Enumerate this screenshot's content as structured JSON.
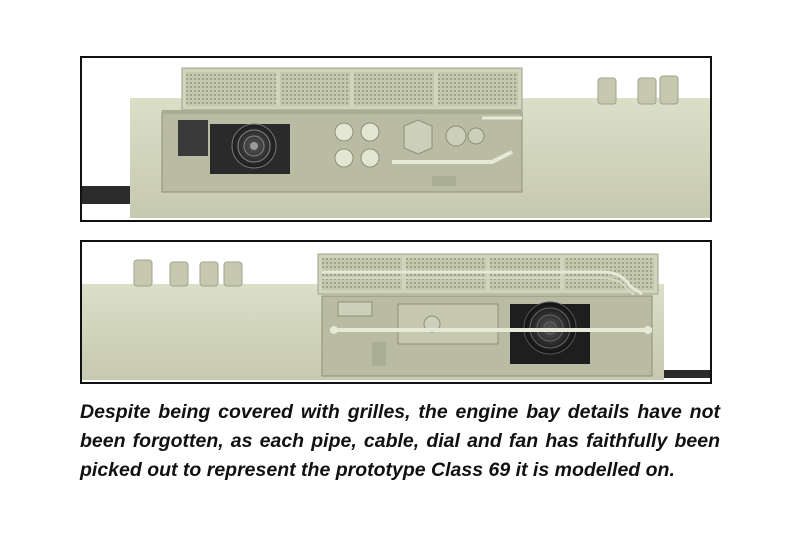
{
  "photos": [
    {
      "subject": "locomotive-body-engine-bay-side-1"
    },
    {
      "subject": "locomotive-body-engine-bay-side-2"
    }
  ],
  "caption": "Despite being covered with grilles, the engine bay details have not been forgotten, as each pipe, cable, dial and fan has faithfully been picked out to represent the prototype Class 69 it is modelled on.",
  "colors": {
    "body": "#d3d6be",
    "body_shadow": "#a9ad92",
    "body_dark": "#8d9076",
    "chassis": "#2b2b2b",
    "fan": "#2a2a2a",
    "caption_text": "#111111"
  }
}
